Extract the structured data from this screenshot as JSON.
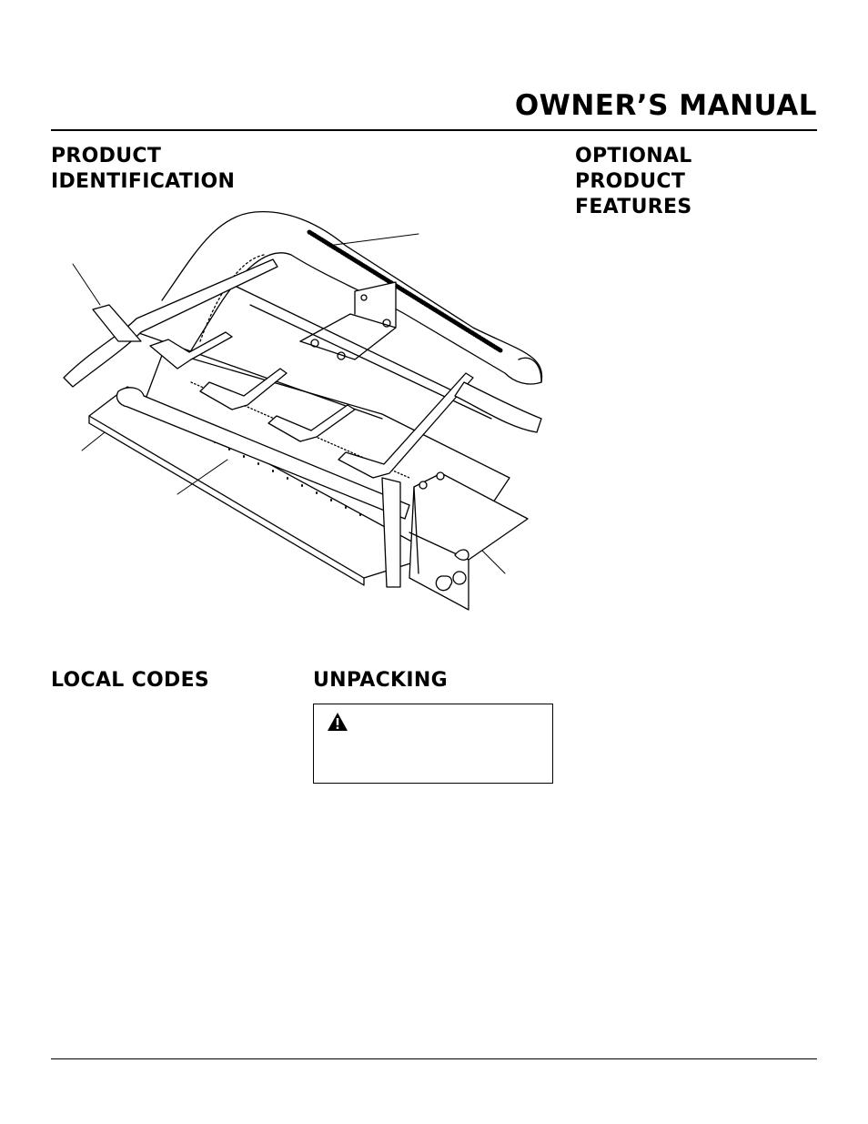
{
  "header": {
    "title": "OWNER’S MANUAL"
  },
  "sections": {
    "product_identification": {
      "line1": "PRODUCT",
      "line2": "IDENTIFICATION"
    },
    "optional_features": {
      "line1": "OPTIONAL",
      "line2": "PRODUCT",
      "line3": "FEATURES"
    },
    "local_codes": {
      "title": "LOCAL CODES"
    },
    "unpacking": {
      "title": "UNPACKING",
      "warning_icon": "warning-triangle-icon"
    }
  },
  "figure": {
    "subject": "gas log burner assembly line drawing"
  }
}
